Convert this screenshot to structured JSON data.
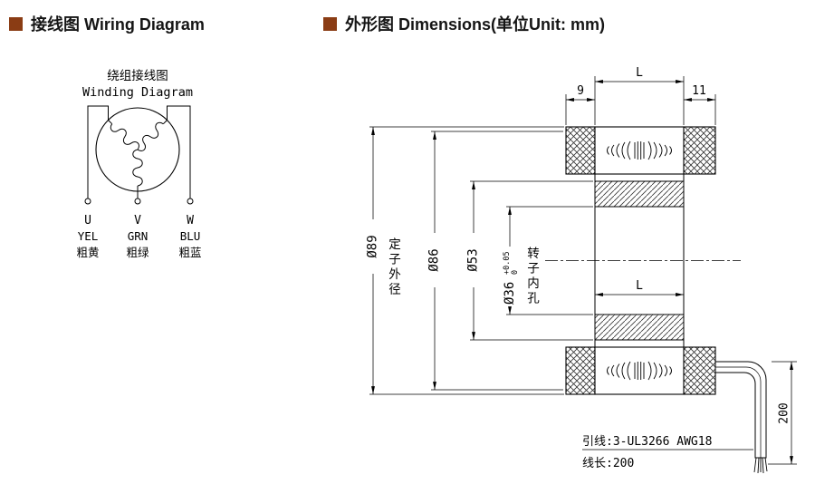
{
  "colors": {
    "accent": "#8a3c14",
    "line": "#000000"
  },
  "sections": {
    "wiring": {
      "title": "接线图 Wiring Diagram"
    },
    "dimensions": {
      "title": "外形图 Dimensions(单位Unit: mm)"
    }
  },
  "wiring": {
    "title_cn": "绕组接线图",
    "title_en": "Winding Diagram",
    "terminals": [
      {
        "label": "U",
        "color": "YEL",
        "color_cn": "粗黄"
      },
      {
        "label": "V",
        "color": "GRN",
        "color_cn": "粗绿"
      },
      {
        "label": "W",
        "color": "BLU",
        "color_cn": "粗蓝"
      }
    ]
  },
  "dims": {
    "top_left": "9",
    "top_mid": "L",
    "top_right": "11",
    "dia89": "Ø89",
    "dia89_label": "定子外径",
    "dia86": "Ø86",
    "dia53": "Ø53",
    "dia36": "Ø36",
    "dia36_tol_up": "+0.05",
    "dia36_tol_dn": "0",
    "dia36_label": "转子内孔",
    "rotor_len": "L",
    "wire_len": "200",
    "note_line1": "引线:3-UL3266 AWG18",
    "note_line2": "线长:200"
  }
}
